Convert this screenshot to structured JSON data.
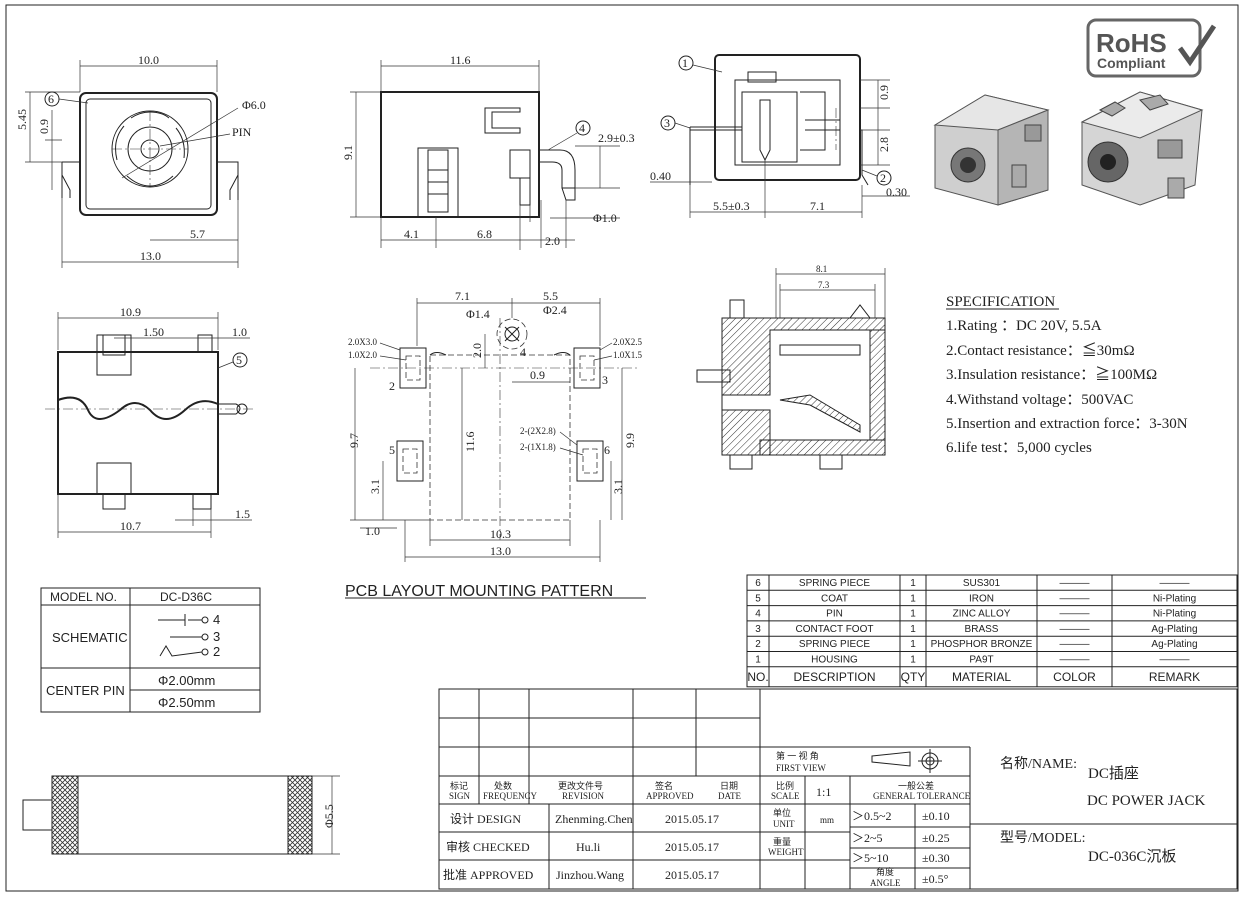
{
  "dimensions": {
    "front": {
      "width": "10.0",
      "pin_dia": "Φ6.0",
      "pin": "PIN",
      "h1": "5.45",
      "h2": "0.9",
      "offset": "5.7",
      "total": "13.0",
      "ref": "6"
    },
    "side": {
      "width": "11.6",
      "height": "9.1",
      "seg1": "4.1",
      "seg2": "6.8",
      "seg3": "2.0",
      "tol": "2.9±0.3",
      "dia": "Φ1.0",
      "ref": "4"
    },
    "back": {
      "d1": "0.40",
      "d2": "5.5±0.3",
      "d3": "7.1",
      "d4": "0.9",
      "d5": "2.8",
      "d6": "0.30",
      "ref1": "1",
      "ref2": "2",
      "ref3": "3"
    },
    "bottom": {
      "w1": "10.9",
      "w2": "1.50",
      "w3": "1.0",
      "w4": "10.7",
      "w5": "1.5",
      "ref": "5"
    },
    "pcb": {
      "a": "7.1",
      "b": "5.5",
      "c": "Φ1.4",
      "d": "Φ2.4",
      "e": "2.0X3.0",
      "f": "1.0X2.0",
      "g": "2.0X2.5",
      "h": "1.0X1.5",
      "i": "2.0",
      "j": "0.9",
      "k": "9.7",
      "l": "11.6",
      "m": "9.9",
      "n": "2-(2X2.8)",
      "o": "2-(1X1.8)",
      "p": "3.1",
      "q": "3.1",
      "r": "1.0",
      "s": "10.3",
      "t": "13.0",
      "p2": "2",
      "p3": "3",
      "p4": "4",
      "p5": "5",
      "p6": "6"
    },
    "section": {
      "a": "8.1",
      "b": "7.3"
    },
    "end": {
      "dia": "Φ5.5"
    }
  },
  "pcb_title": "PCB LAYOUT MOUNTING PATTERN",
  "rohs": {
    "l1": "RoHS",
    "l2": "Compliant"
  },
  "specification": {
    "title": "SPECIFICATION",
    "items": [
      "1.Rating ：DC 20V, 5.5A",
      "2.Contact resistance：≦30mΩ",
      "3.Insulation resistance：≧100MΩ",
      "4.Withstand voltage：500VAC",
      "5.Insertion and extraction force：3-30N",
      "6.life test：5,000 cycles"
    ]
  },
  "model_box": {
    "model_label": "MODEL NO.",
    "model_value": "DC-D36C",
    "schematic_label": "SCHEMATIC",
    "s4": "4",
    "s3": "3",
    "s2": "2",
    "center_label": "CENTER PIN",
    "c1": "Φ2.00mm",
    "c2": "Φ2.50mm"
  },
  "bom": {
    "rows": [
      {
        "no": "6",
        "desc": "SPRING PIECE",
        "qty": "1",
        "mat": "SUS301",
        "color": "———",
        "remark": "———"
      },
      {
        "no": "5",
        "desc": "COAT",
        "qty": "1",
        "mat": "IRON",
        "color": "———",
        "remark": "Ni-Plating"
      },
      {
        "no": "4",
        "desc": "PIN",
        "qty": "1",
        "mat": "ZINC  ALLOY",
        "color": "———",
        "remark": "Ni-Plating"
      },
      {
        "no": "3",
        "desc": "CONTACT FOOT",
        "qty": "1",
        "mat": "BRASS",
        "color": "———",
        "remark": "Ag-Plating"
      },
      {
        "no": "2",
        "desc": "SPRING PIECE",
        "qty": "1",
        "mat": "PHOSPHOR BRONZE",
        "color": "———",
        "remark": "Ag-Plating"
      },
      {
        "no": "1",
        "desc": "HOUSING",
        "qty": "1",
        "mat": "PA9T",
        "color": "———",
        "remark": "———"
      }
    ],
    "header": {
      "no": "NO.",
      "desc": "DESCRIPTION",
      "qty": "QTY",
      "mat": "MATERIAL",
      "color": "COLOR",
      "remark": "REMARK"
    }
  },
  "title_block": {
    "sign_cn": "标记",
    "sign_en": "SIGN",
    "freq_cn": "处数",
    "freq_en": "FREQUENCY",
    "rev_cn": "更改文件号",
    "rev_en": "REVISION",
    "appr_cn": "签名",
    "appr_en": "APPROVED",
    "date_cn": "日期",
    "date_en": "DATE",
    "view_cn": "第 一 视 角",
    "view_en": "FIRST VIEW",
    "scale_cn": "比例",
    "scale_en": "SCALE",
    "scale_val": "1:1",
    "tol_cn": "一般公差",
    "tol_en": "GENERAL TOLERANCE",
    "design": "设计 DESIGN",
    "checked": "审核 CHECKED",
    "approved": "批准 APPROVED",
    "design_name": "Zhenming.Chen",
    "checked_name": "Hu.li",
    "approved_name": "Jinzhou.Wang",
    "d1": "2015.05.17",
    "d2": "2015.05.17",
    "d3": "2015.05.17",
    "unit_cn": "单位",
    "unit_en": "UNIT",
    "unit_val": "mm",
    "weight_cn": "重量",
    "weight_en": "WEIGHT",
    "angle_cn": "角度",
    "angle_en": "ANGLE",
    "t1r": "＞0.5~2",
    "t1v": "±0.10",
    "t2r": "＞2~5",
    "t2v": "±0.25",
    "t3r": "＞5~10",
    "t3v": "±0.30",
    "t4v": "±0.5°",
    "name_label": "名称/NAME:",
    "name_cn": "DC插座",
    "name_en": "DC POWER JACK",
    "model_label": "型号/MODEL:",
    "model_val": "DC-036C沉板"
  }
}
